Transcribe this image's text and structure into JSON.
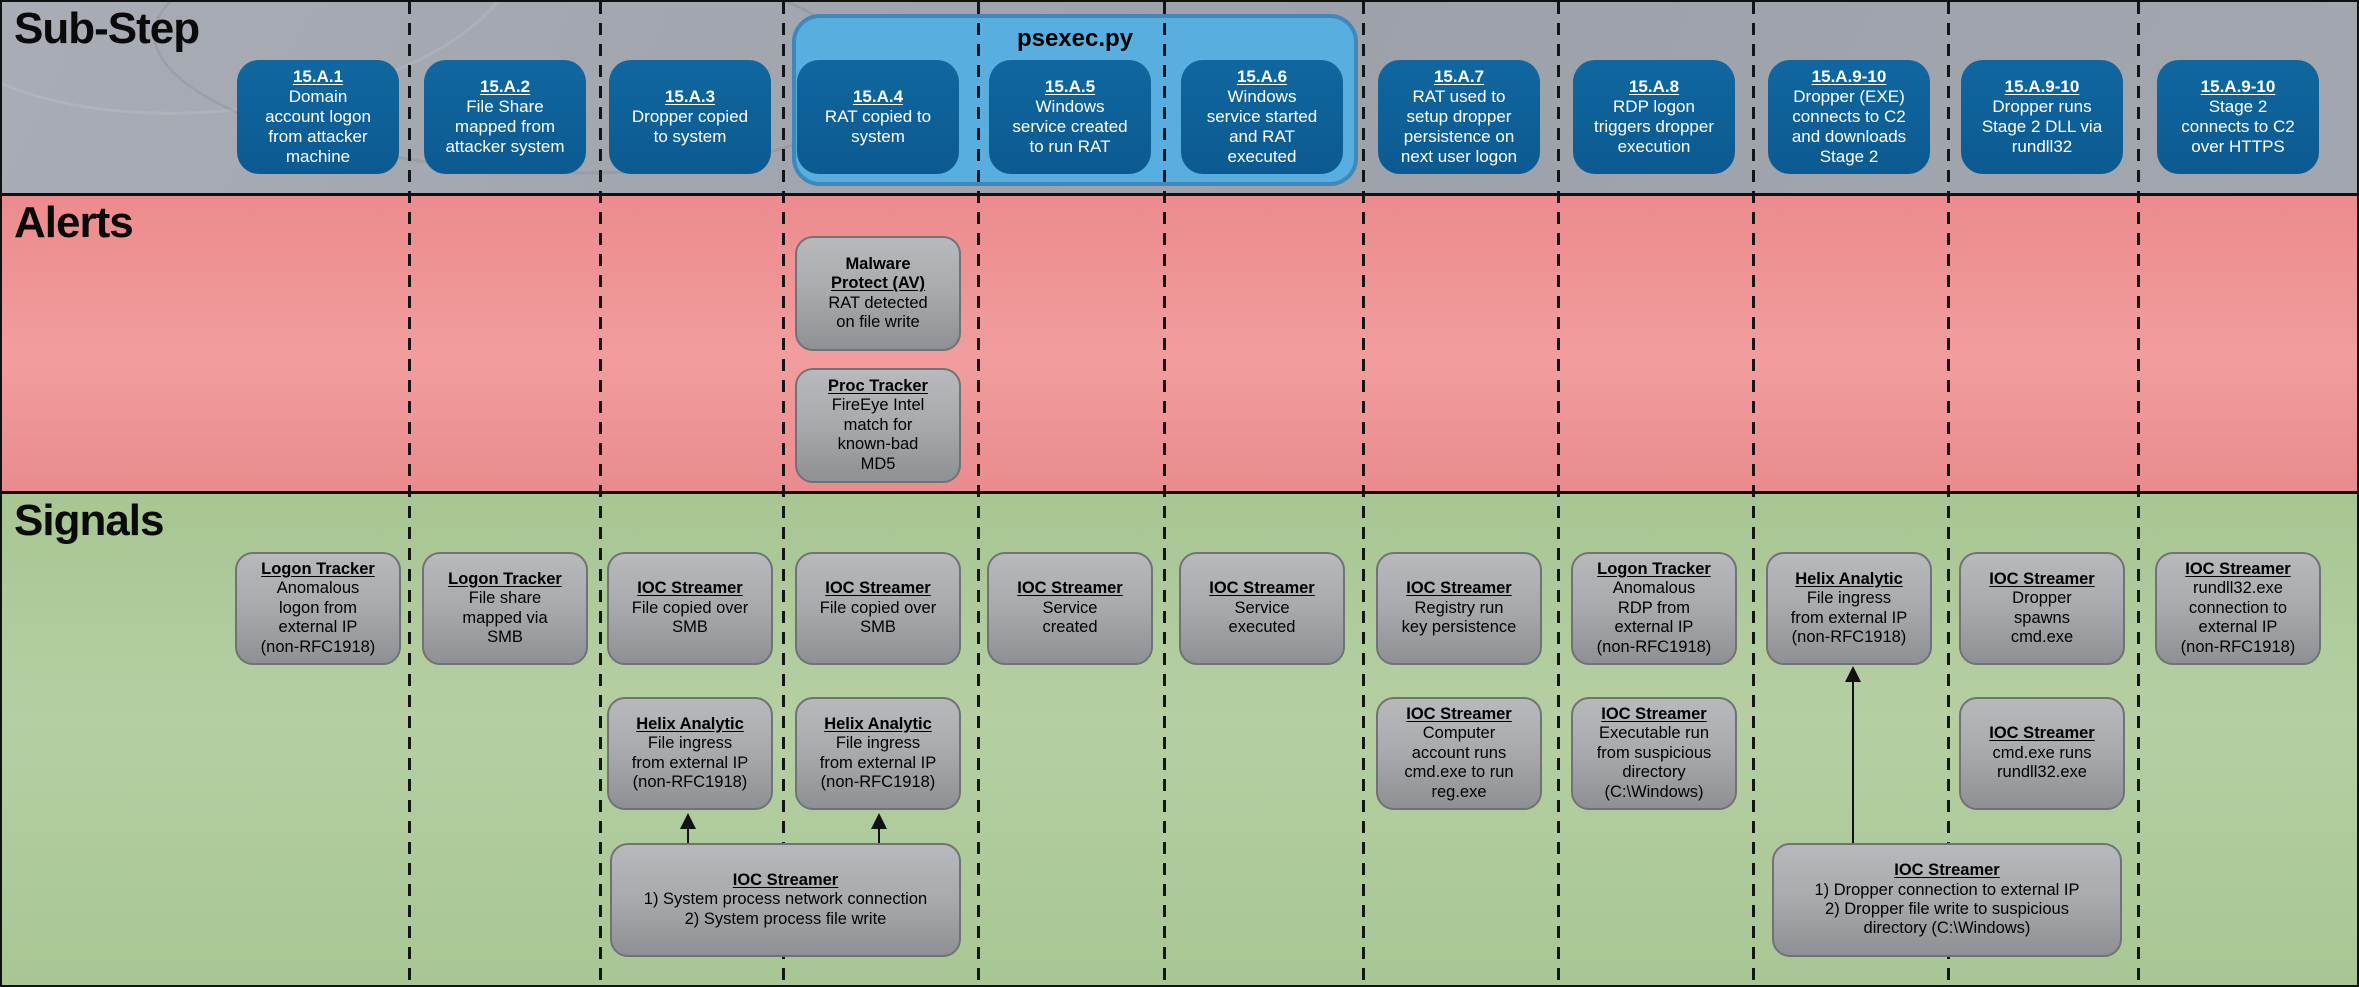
{
  "bands": {
    "substep_label": "Sub-Step",
    "alerts_label": "Alerts",
    "signals_label": "Signals"
  },
  "highlight": {
    "label": "psexec.py"
  },
  "substeps": [
    {
      "col": 1,
      "id": "15.A.1",
      "text": "Domain\naccount logon\nfrom attacker\nmachine"
    },
    {
      "col": 2,
      "id": "15.A.2",
      "text": "File Share\nmapped from\nattacker system"
    },
    {
      "col": 3,
      "id": "15.A.3",
      "text": "Dropper copied\nto system"
    },
    {
      "col": 4,
      "id": "15.A.4",
      "text": "RAT copied to\nsystem"
    },
    {
      "col": 5,
      "id": "15.A.5",
      "text": "Windows\nservice created\nto run RAT"
    },
    {
      "col": 6,
      "id": "15.A.6",
      "text": "Windows\nservice started\nand RAT\nexecuted"
    },
    {
      "col": 7,
      "id": "15.A.7",
      "text": "RAT used to\nsetup dropper\npersistence on\nnext user logon"
    },
    {
      "col": 8,
      "id": "15.A.8",
      "text": "RDP logon\ntriggers dropper\nexecution"
    },
    {
      "col": 9,
      "id": "15.A.9-10",
      "text": "Dropper (EXE)\nconnects to C2\nand downloads\nStage 2"
    },
    {
      "col": 10,
      "id": "15.A.9-10",
      "text": "Dropper runs\nStage 2 DLL via\nrundll32"
    },
    {
      "col": 11,
      "id": "15.A.9-10",
      "text": "Stage 2\nconnects to C2\nover HTTPS"
    }
  ],
  "alerts": [
    {
      "col": 4,
      "tool_prefix": "Malware",
      "tool": "Protect (AV)",
      "text": "RAT detected\non file write"
    },
    {
      "col": 4,
      "tool": "Proc Tracker",
      "text": "FireEye Intel\nmatch for\nknown-bad\nMD5"
    }
  ],
  "signals": [
    {
      "col": 1,
      "row": 1,
      "tool": "Logon Tracker",
      "text": "Anomalous\nlogon from\nexternal IP\n(non-RFC1918)"
    },
    {
      "col": 2,
      "row": 1,
      "tool": "Logon Tracker",
      "text": "File share\nmapped via\nSMB"
    },
    {
      "col": 3,
      "row": 1,
      "tool": "IOC Streamer",
      "text": "File copied over\nSMB"
    },
    {
      "col": 4,
      "row": 1,
      "tool": "IOC Streamer",
      "text": "File copied over\nSMB"
    },
    {
      "col": 5,
      "row": 1,
      "tool": "IOC Streamer",
      "text": "Service\ncreated"
    },
    {
      "col": 6,
      "row": 1,
      "tool": "IOC Streamer",
      "text": "Service\nexecuted"
    },
    {
      "col": 7,
      "row": 1,
      "tool": "IOC Streamer",
      "text": "Registry run\nkey persistence"
    },
    {
      "col": 8,
      "row": 1,
      "tool": "Logon Tracker",
      "text": "Anomalous\nRDP from\nexternal IP\n(non-RFC1918)"
    },
    {
      "col": 9,
      "row": 1,
      "tool": "Helix Analytic",
      "text": "File ingress\nfrom external IP\n(non-RFC1918)"
    },
    {
      "col": 10,
      "row": 1,
      "tool": "IOC Streamer",
      "text": "Dropper\nspawns\ncmd.exe"
    },
    {
      "col": 11,
      "row": 1,
      "tool": "IOC Streamer",
      "text": "rundll32.exe\nconnection to\nexternal IP\n(non-RFC1918)"
    },
    {
      "col": 3,
      "row": 2,
      "tool": "Helix Analytic",
      "text": "File ingress\nfrom external IP\n(non-RFC1918)"
    },
    {
      "col": 4,
      "row": 2,
      "tool": "Helix Analytic",
      "text": "File ingress\nfrom external IP\n(non-RFC1918)"
    },
    {
      "col": 7,
      "row": 2,
      "tool": "IOC Streamer",
      "text": "Computer\naccount runs\ncmd.exe to run\nreg.exe"
    },
    {
      "col": 8,
      "row": 2,
      "tool": "IOC Streamer",
      "text": "Executable run\nfrom suspicious\ndirectory\n(C:\\Windows)"
    },
    {
      "col": 10,
      "row": 2,
      "tool": "IOC Streamer",
      "text": "cmd.exe runs\nrundll32.exe"
    }
  ],
  "wide_signals": [
    {
      "tool": "IOC Streamer",
      "text": "1) System process network connection\n2) System process file write"
    },
    {
      "tool": "IOC Streamer",
      "text": "1) Dropper connection to external IP\n2) Dropper file write to suspicious\ndirectory (C:\\Windows)"
    }
  ],
  "colors": {
    "substep_band": "#a1a5ad",
    "alerts_band": "#ee9495",
    "signals_band": "#aecb9a",
    "substep_node": "#0d5e97",
    "highlight_fill": "#58aede",
    "highlight_border": "#3e88bb",
    "node_gray": "#a6a8ac",
    "node_border": "#6f7277",
    "text_on_blue": "#ffffff",
    "text": "#000000",
    "divider": "#151515"
  }
}
